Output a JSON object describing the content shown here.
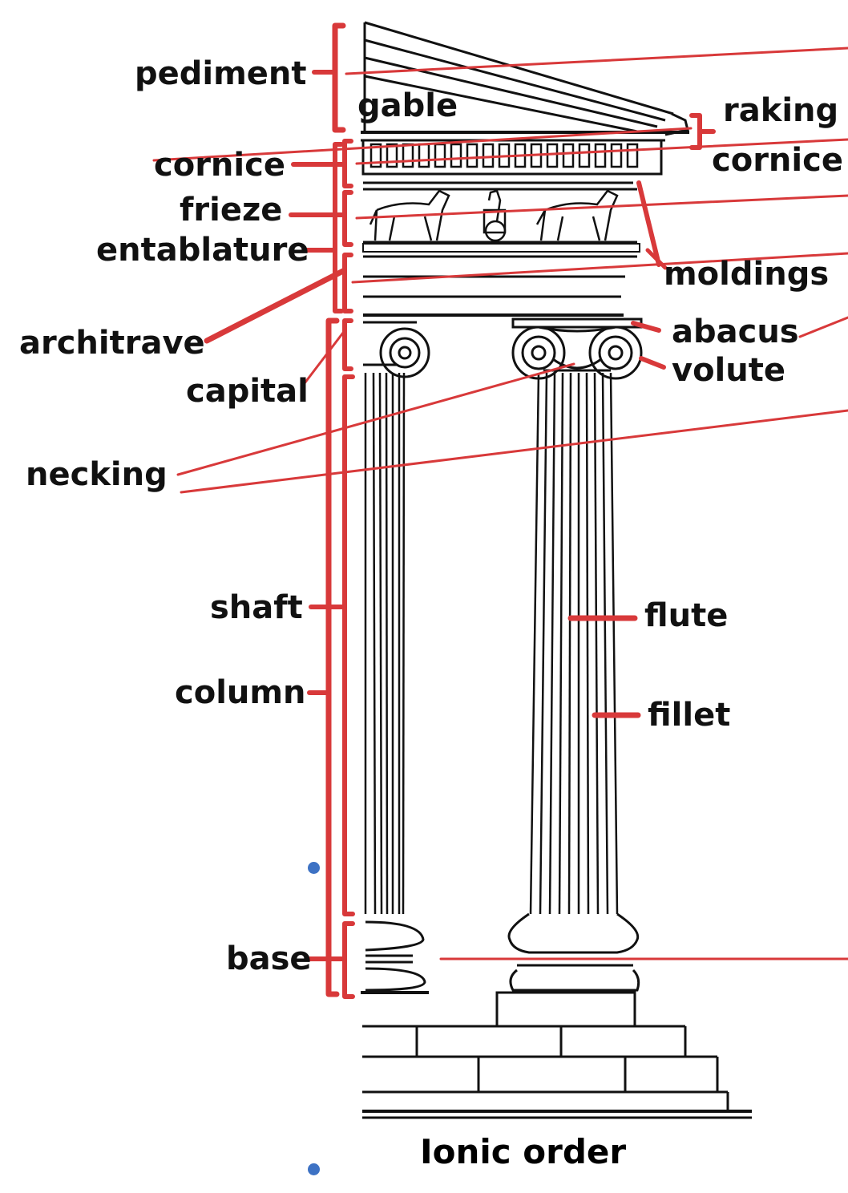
{
  "labels": {
    "pediment": "pediment",
    "gable": "gable",
    "cornice_left": "cornice",
    "frieze": "frieze",
    "entablature": "entablature",
    "architrave": "architrave",
    "capital": "capital",
    "necking": "necking",
    "shaft": "shaft",
    "column": "column",
    "base": "base",
    "raking": "raking",
    "cornice_right": "cornice",
    "moldings": "moldings",
    "abacus": "abacus",
    "volute": "volute",
    "flute": "flute",
    "fillet": "fillet"
  },
  "caption": "Ionic order",
  "colors": {
    "annotation": "#d8393a",
    "ink": "#111111",
    "marker": "#3d72c4"
  }
}
